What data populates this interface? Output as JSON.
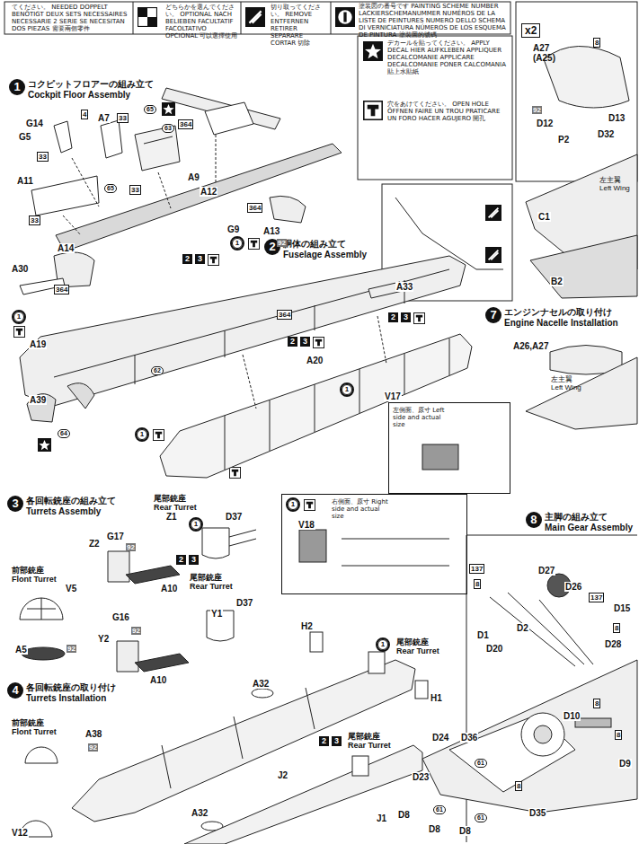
{
  "diagram": {
    "nodes": [
      {
        "text": [
          "1",
          "コクピットフロアーの組み立て",
          "Cockpit Floor Assembly"
        ]
      },
      {
        "text": [
          "2",
          "胴体の組み立て",
          "Fuselage Assembly"
        ]
      },
      {
        "text": [
          "3",
          "各回転銃座の組み立て",
          "Turrets Assembly"
        ]
      },
      {
        "text": [
          "4",
          "各回転銃座の取り付け",
          "Turrets Installation"
        ]
      },
      {
        "text": [
          "7",
          "エンジンナセルの取り付け",
          "Engine Nacelle Installation"
        ]
      },
      {
        "text": [
          "8",
          "主脚の組み立て",
          "Main Gear Assembly"
        ]
      },
      {
        "text": [
          "x2"
        ]
      },
      {
        "text": [
          "V17",
          "左側面、原寸 Left side and actual size"
        ]
      },
      {
        "text": [
          "V18",
          "右側面、原寸 Right side and actual size"
        ]
      }
    ],
    "labels": [
      "てください。 NEEDED DOPPELT BENÖTIGT DEUX SETS NECESSAIRES NECESSARIE 2 SERIE SE NECESITAN DOS PIEZAS 需要兩個零件",
      "どちらかを選んでください。 OPTIONAL NACH BELIEBEN FACULTATIF FACOLTATIVO OPCIONAL 可以選擇使用",
      "切り取ってください。 REMOVE ENTFERNEN RETIRER SEPARARE CORTAR 切除",
      "塗装図の番号です PAINTING SCHEME NUMBER LACKIERSCHEMANUMMER NUMÉROS DE LA LISTE DE PEINTURES NUMERO DELLO SCHEMA DI VERNICIATURA NÚMEROS DE LOS ESQUEMA DE PINTURA 塗裝圖的號碼",
      "デカールを貼ってください。 APPLY DECAL HIER AUFKLEBEN APPLIQUER DECALCOMANIE APPLICARE DECALCOMANIE PONER CALCOMANIA 貼上水貼紙",
      "穴をあけてください。 OPEN HOLE ÖFFNEN FAIRE UN TROU PRATICARE UN FORO HACER AGUJERO 開孔",
      "G14",
      "4",
      "A7",
      "33",
      "65",
      "63",
      "364",
      "G5",
      "33",
      "A9",
      "A12",
      "33",
      "A11",
      "65",
      "33",
      "G9",
      "364",
      "A13",
      "92",
      "A14",
      "A30",
      "364",
      "1",
      "2",
      "3",
      "364",
      "A33",
      "1",
      "A19",
      "2",
      "3",
      "2",
      "3",
      "A20",
      "62",
      "A39",
      "64",
      "1",
      "1",
      "1",
      "前部銃座 Flont Turret",
      "V5",
      "A5",
      "92",
      "尾部銃座 Rear Turret",
      "1",
      "Z1",
      "D37",
      "G17",
      "Z2",
      "92",
      "A10",
      "2",
      "3",
      "尾部銃座 Rear Turret",
      "D37",
      "Y1",
      "G16",
      "92",
      "Y2",
      "A10",
      "H2",
      "A32",
      "1",
      "尾部銃座 Rear Turret",
      "H1",
      "前部銃座 Flont Turret",
      "A38",
      "92",
      "2",
      "3",
      "尾部銃座 Rear Turret",
      "J2",
      "A32",
      "J1",
      "V12",
      "A27 (A25)",
      "8",
      "92",
      "D12",
      "P2",
      "D13",
      "D32",
      "左主翼 Left Wing",
      "C1",
      "B2",
      "A26,A27",
      "左主翼 Left Wing",
      "137",
      "D27",
      "D26",
      "137",
      "8",
      "D15",
      "8",
      "D1",
      "D2",
      "D20",
      "D28",
      "8",
      "D10",
      "8",
      "D9",
      "D24",
      "D36",
      "D23",
      "61",
      "D8",
      "61",
      "D8",
      "D8",
      "61",
      "D35",
      "8"
    ]
  }
}
